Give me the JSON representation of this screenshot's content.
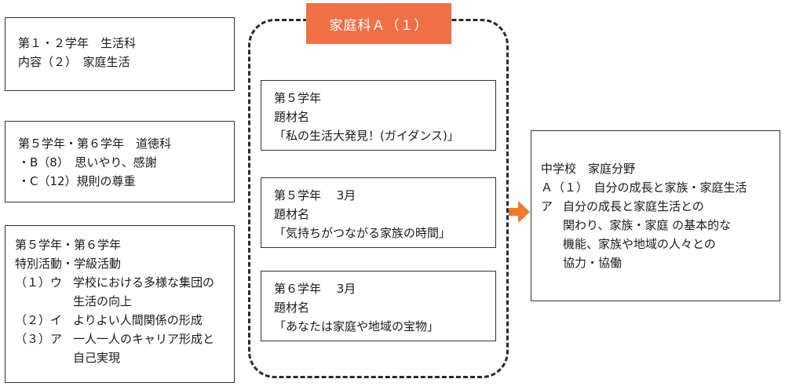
{
  "left_boxes": {
    "box1": {
      "lines": [
        "第１・２学年　生活科",
        "内容（２）　家庭生活"
      ]
    },
    "box2": {
      "lines": [
        "第５学年・第６学年　道徳科",
        "・B（8）　思いやり、感謝",
        "・C（12）規則の尊重"
      ]
    },
    "box3": {
      "head": [
        "第５学年・第６学年",
        "特別活動・学級活動"
      ],
      "items": [
        {
          "num": "（１）ウ",
          "text": "学校における多様な集団の",
          "cont": "生活の向上"
        },
        {
          "num": "（２）イ",
          "text": "よりよい人間関係の形成",
          "cont": ""
        },
        {
          "num": "（３）ア",
          "text": "一人一人のキャリア形成と",
          "cont": "自己実現"
        }
      ]
    }
  },
  "center": {
    "header": "家庭科Ａ（１）",
    "units": [
      {
        "grade": "第５学年",
        "label": "題材名",
        "title": "「私の生活大発見！(ガイダンス)」"
      },
      {
        "grade": "第５学年　 3月",
        "label": "題材名",
        "title": "「気持ちがつながる家族の時間」"
      },
      {
        "grade": "第６学年　 3月",
        "label": "題材名",
        "title": "「あなたは家庭や地域の宝物」"
      }
    ]
  },
  "right_box": {
    "line1": "中学校　家庭分野",
    "line2": "Ａ（１）　自分の成長と家族・家庭生活",
    "item_label": "ア",
    "item_lines": [
      "自分の成長と家庭生活との",
      "関わり、家族・家庭 の基本的な",
      "機能、家族や地域の人々との",
      "協力・協働"
    ]
  },
  "colors": {
    "header_bg": "#f07046",
    "arrow": "#f07a2a",
    "border": "#333333"
  }
}
